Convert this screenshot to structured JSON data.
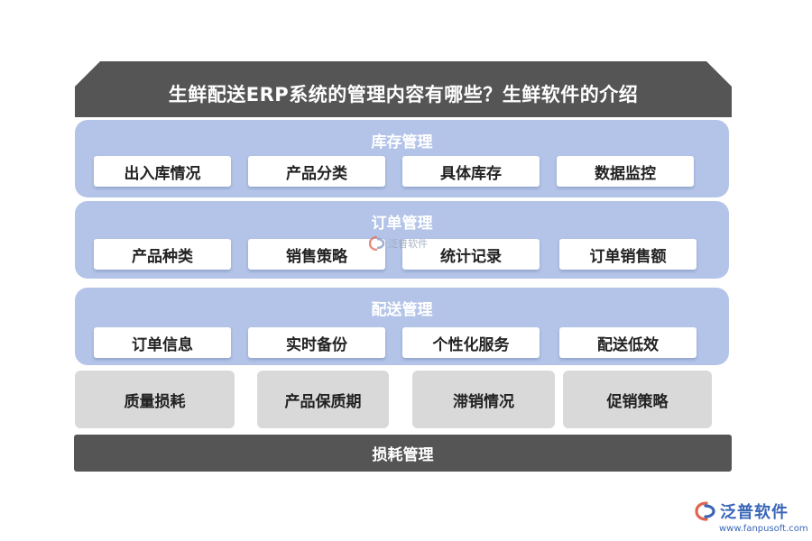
{
  "title": "生鲜配送ERP系统的管理内容有哪些？生鲜软件的介绍",
  "sections": [
    {
      "title": "库存管理",
      "items": [
        "出入库情况",
        "产品分类",
        "具体库存",
        "数据监控"
      ]
    },
    {
      "title": "订单管理",
      "items": [
        "产品种类",
        "销售策略",
        "统计记录",
        "订单销售额"
      ]
    },
    {
      "title": "配送管理",
      "items": [
        "订单信息",
        "实时备份",
        "个性化服务",
        "配送低效"
      ]
    }
  ],
  "loss_items": [
    "质量损耗",
    "产品保质期",
    "滞销情况",
    "促销策略"
  ],
  "footer": "损耗管理",
  "watermark": "泛普软件",
  "logo": {
    "name": "泛普软件",
    "url": "www.fanpusoft.com"
  },
  "colors": {
    "header": "#555555",
    "section_bg": "#b4c4e8",
    "loss_box": "#d9d9d9",
    "logo": "#3a66b8"
  }
}
